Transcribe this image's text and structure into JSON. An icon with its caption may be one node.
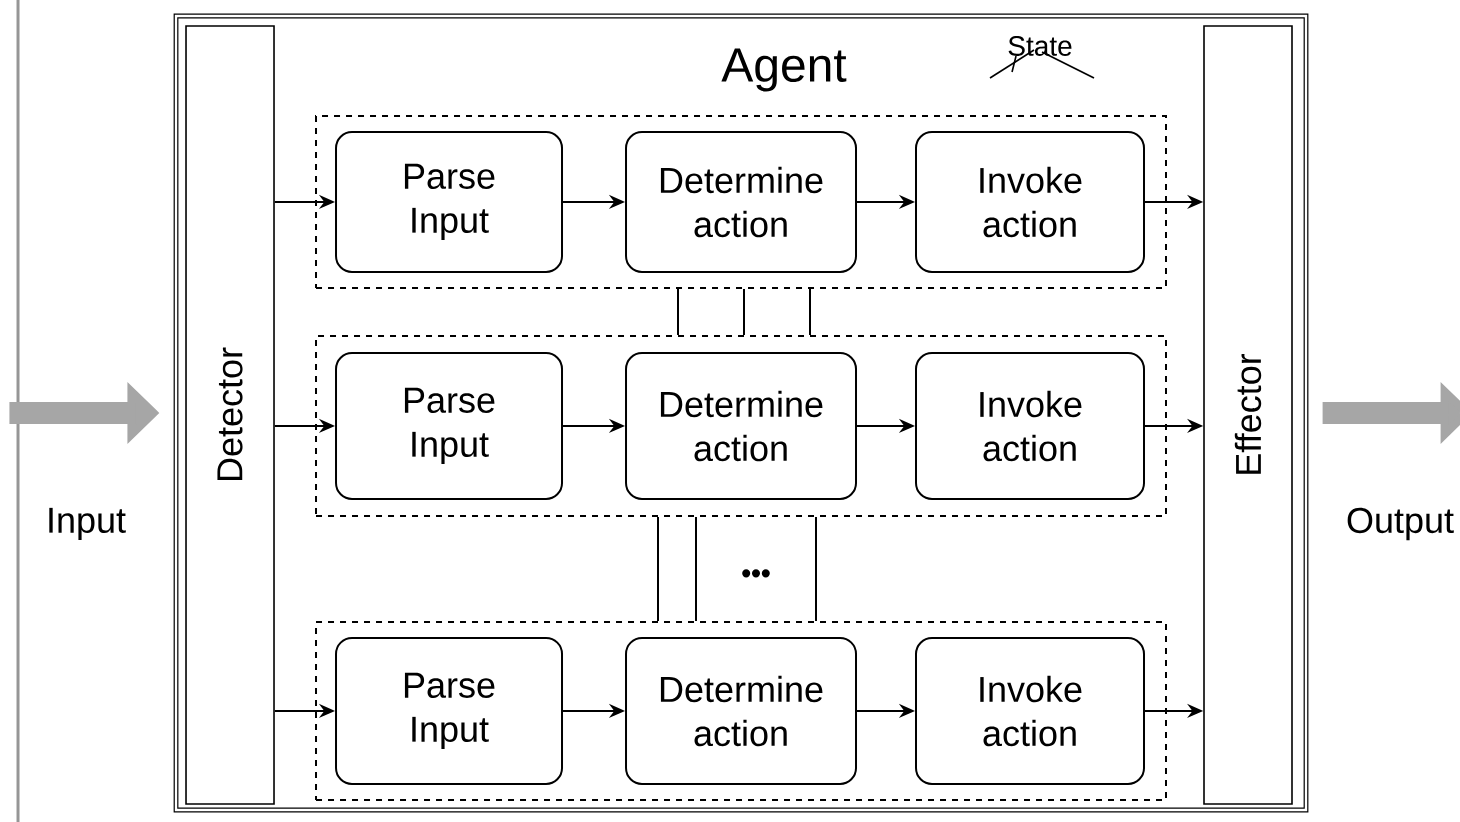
{
  "diagram": {
    "nodes": [
      {
        "text": [
          "Agent"
        ]
      },
      {
        "text": [
          "Detector"
        ],
        "in": 0
      },
      {
        "text": [],
        "shape": "box",
        "in": 0
      },
      {
        "text": [
          "Parse Input"
        ],
        "in": 2
      },
      {
        "text": [
          "Determine action"
        ],
        "in": 2
      },
      {
        "text": [
          "Invoke action"
        ],
        "in": 2
      },
      {
        "text": [],
        "shape": "box",
        "in": 0
      },
      {
        "text": [
          "Parse Input"
        ],
        "in": 6
      },
      {
        "text": [
          "Determine action"
        ],
        "in": 6
      },
      {
        "text": [
          "Invoke action"
        ],
        "in": 6
      },
      {
        "text": [],
        "shape": "box",
        "in": 0
      },
      {
        "text": [
          "Parse Input"
        ],
        "in": 10
      },
      {
        "text": [
          "Determine action"
        ],
        "in": 10
      },
      {
        "text": [
          "Invoke action"
        ],
        "in": 10
      },
      {
        "text": [
          "Effector"
        ],
        "in": 0
      }
    ],
    "edges": [
      {
        "from": null,
        "to": 0,
        "arrow": "to",
        "label": "Input",
        "style": "thick",
        "color": "#a6a6a6"
      },
      {
        "from": 1,
        "to": 3,
        "arrow": "to"
      },
      {
        "from": 3,
        "to": 4,
        "arrow": "to"
      },
      {
        "from": 4,
        "to": 5,
        "arrow": "to"
      },
      {
        "from": 5,
        "to": 14,
        "arrow": "to"
      },
      {
        "from": 1,
        "to": 7,
        "arrow": "to"
      },
      {
        "from": 7,
        "to": 8,
        "arrow": "to"
      },
      {
        "from": 8,
        "to": 9,
        "arrow": "to"
      },
      {
        "from": 9,
        "to": 14,
        "arrow": "to"
      },
      {
        "from": 1,
        "to": 11,
        "arrow": "to"
      },
      {
        "from": 11,
        "to": 12,
        "arrow": "to"
      },
      {
        "from": 12,
        "to": 13,
        "arrow": "to"
      },
      {
        "from": 13,
        "to": 14,
        "arrow": "to"
      },
      {
        "from": 2,
        "to": 6,
        "arrow": "none"
      },
      {
        "from": 2,
        "to": 6,
        "arrow": "none"
      },
      {
        "from": 2,
        "to": 6,
        "arrow": "none"
      },
      {
        "from": 6,
        "to": 10,
        "arrow": "none"
      },
      {
        "from": 6,
        "to": 10,
        "arrow": "none"
      },
      {
        "from": 6,
        "to": 10,
        "arrow": "none"
      },
      {
        "from": 0,
        "to": null,
        "arrow": "to",
        "label": "Output",
        "style": "thick",
        "color": "#a6a6a6"
      }
    ],
    "labels": [
      "State",
      "•••"
    ]
  }
}
